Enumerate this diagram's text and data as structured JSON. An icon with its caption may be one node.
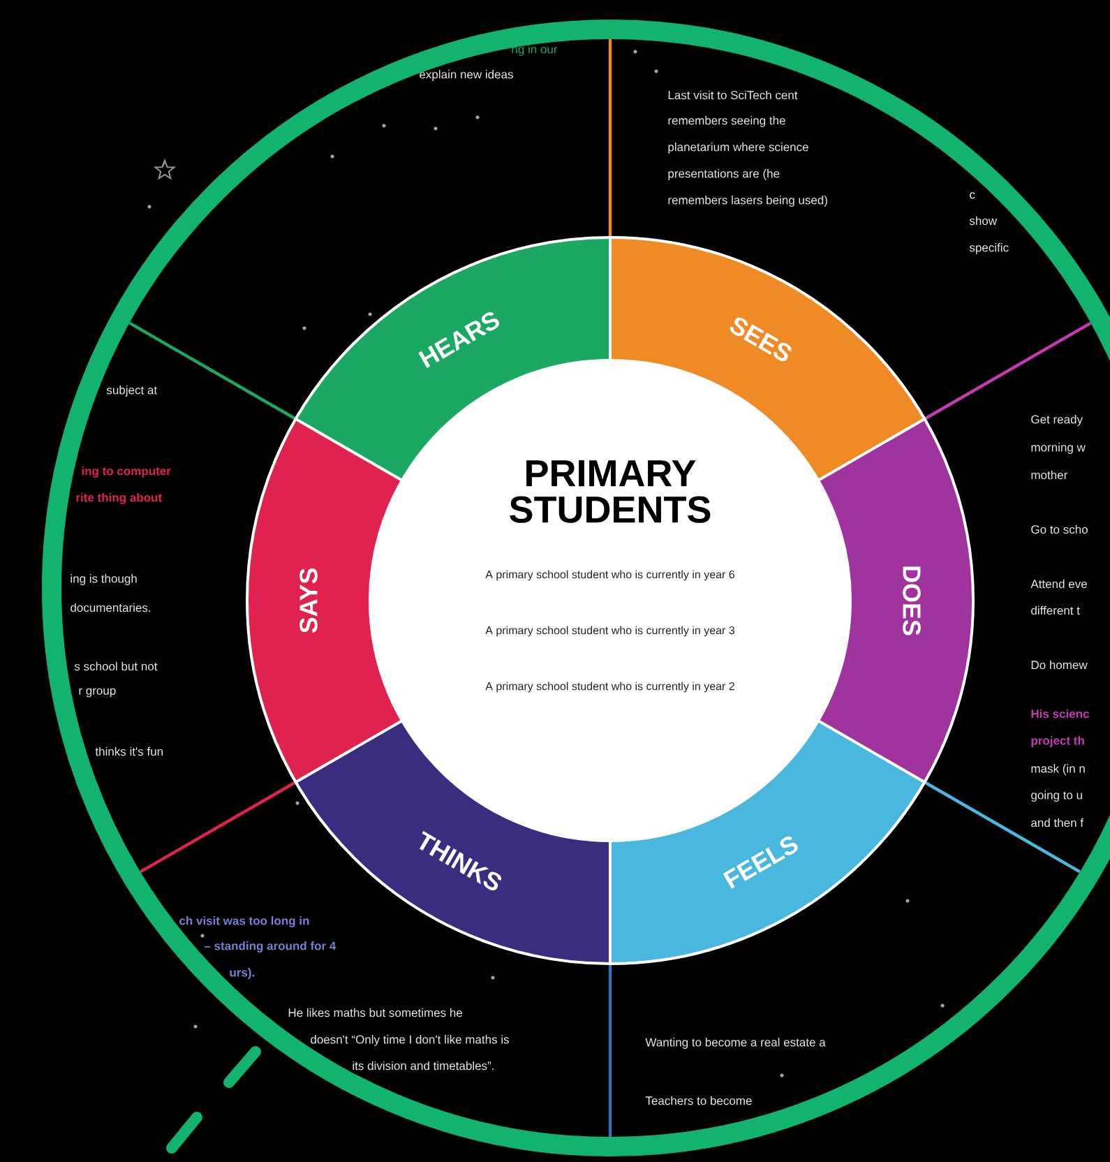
{
  "diagram": {
    "nodes": [
      {
        "text": [
          "PRIMARY STUDENTS",
          "A primary school student who is currently in year 6",
          "A primary school student who is currently in year 3",
          "A primary school student who is currently in year 2"
        ]
      },
      {
        "text": [
          "HEARS"
        ]
      },
      {
        "text": [
          "SEES"
        ]
      },
      {
        "text": [
          "DOES"
        ]
      },
      {
        "text": [
          "FEELS"
        ]
      },
      {
        "text": [
          "THINKS"
        ]
      },
      {
        "text": [
          "SAYS"
        ]
      }
    ],
    "labels": [
      "ng in our",
      "explain new ideas",
      "Last visit to SciTech cent",
      "remembers seeing the",
      "planetarium where science",
      "presentations are (he",
      "remembers lasers being used)",
      "c",
      "show",
      "specific",
      "subject at",
      "Get ready",
      "morning w",
      "ing to computer",
      "mother",
      "rite thing about",
      "Go to scho",
      "ing is though",
      "Attend eve",
      "documentaries.",
      "different t",
      "s school but not",
      "Do homew",
      "r group",
      "His scienc",
      "project th",
      "thinks it's fun",
      "mask (in n",
      "going to u",
      "and then f",
      "ch visit was too long in",
      "– standing around for 4",
      "urs).",
      "He likes maths but sometimes he",
      "doesn't “Only time I don't like maths is",
      "Wanting to become a real estate a",
      "its division and timetables”.",
      "Teachers to become"
    ]
  }
}
